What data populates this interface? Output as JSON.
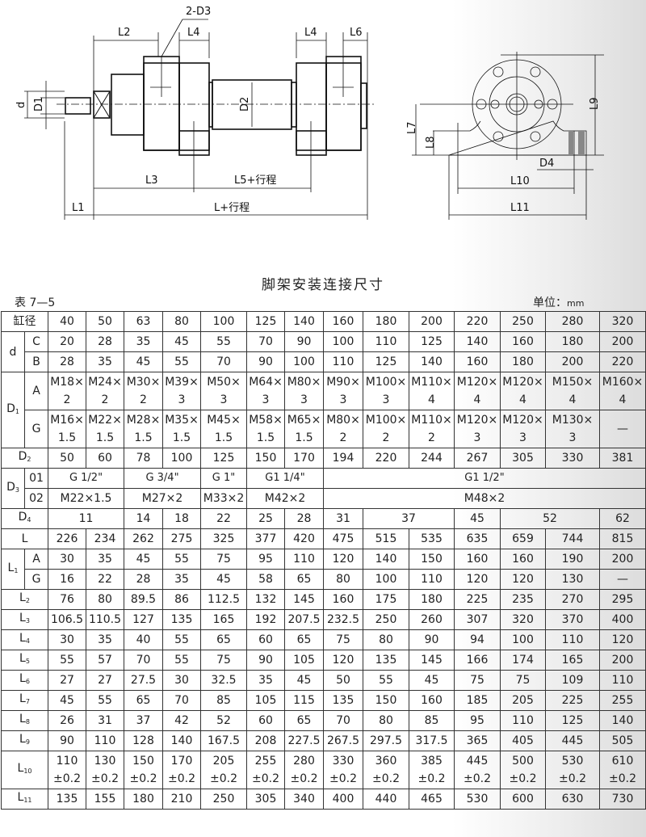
{
  "drawing": {
    "front_view_labels": {
      "port": "2-D3",
      "L2": "L2",
      "L4a": "L4",
      "L4b": "L4",
      "L6": "L6",
      "d": "d",
      "D1": "D1",
      "D2": "D2",
      "L3": "L3",
      "L5_stroke": "L5+行程",
      "L1": "L1",
      "L_stroke": "L+行程"
    },
    "side_view_labels": {
      "L7": "L7",
      "L8": "L8",
      "L9": "L9",
      "D4": "D4",
      "L10": "L10",
      "L11": "L11"
    }
  },
  "title": "脚架安装连接尺寸",
  "table_no": "表 7—5",
  "unit_label": "单位：",
  "unit_value": "mm",
  "table": {
    "header_label": "缸径",
    "bores": [
      "40",
      "50",
      "63",
      "80",
      "100",
      "125",
      "140",
      "160",
      "180",
      "200",
      "220",
      "250",
      "280",
      "320"
    ],
    "d": {
      "label": "d",
      "C": {
        "label": "C",
        "values": [
          "20",
          "28",
          "35",
          "45",
          "55",
          "70",
          "90",
          "100",
          "110",
          "125",
          "140",
          "160",
          "180",
          "200"
        ]
      },
      "B": {
        "label": "B",
        "values": [
          "28",
          "35",
          "45",
          "55",
          "70",
          "90",
          "100",
          "110",
          "125",
          "140",
          "160",
          "180",
          "200",
          "220"
        ]
      }
    },
    "D1": {
      "label": "D",
      "sub": "1",
      "A": {
        "label": "A",
        "values": [
          [
            "M18×",
            "2"
          ],
          [
            "M24×",
            "2"
          ],
          [
            "M30×",
            "2"
          ],
          [
            "M39×",
            "3"
          ],
          [
            "M50×",
            "3"
          ],
          [
            "M64×",
            "3"
          ],
          [
            "M80×",
            "3"
          ],
          [
            "M90×",
            "3"
          ],
          [
            "M100×",
            "3"
          ],
          [
            "M110×",
            "4"
          ],
          [
            "M120×",
            "4"
          ],
          [
            "M120×",
            "4"
          ],
          [
            "M150×",
            "4"
          ],
          [
            "M160×",
            "4"
          ]
        ]
      },
      "G": {
        "label": "G",
        "values": [
          [
            "M16×",
            "1.5"
          ],
          [
            "M22×",
            "1.5"
          ],
          [
            "M28×",
            "1.5"
          ],
          [
            "M35×",
            "1.5"
          ],
          [
            "M45×",
            "1.5"
          ],
          [
            "M58×",
            "1.5"
          ],
          [
            "M65×",
            "1.5"
          ],
          [
            "M80×",
            "2"
          ],
          [
            "M100×",
            "2"
          ],
          [
            "M110×",
            "2"
          ],
          [
            "M120×",
            "3"
          ],
          [
            "M120×",
            "3"
          ],
          [
            "M130×",
            "3"
          ],
          [
            "—",
            ""
          ]
        ]
      }
    },
    "D2": {
      "label": "D",
      "sub": "2",
      "values": [
        "50",
        "60",
        "78",
        "100",
        "125",
        "150",
        "170",
        "194",
        "220",
        "244",
        "267",
        "305",
        "330",
        "381"
      ]
    },
    "D3": {
      "label": "D",
      "sub": "3",
      "r01": {
        "label": "01",
        "groups": [
          {
            "span": 2,
            "text": "G 1/2\""
          },
          {
            "span": 2,
            "text": "G 3/4\""
          },
          {
            "span": 1,
            "text": "G 1\""
          },
          {
            "span": 2,
            "text": "G1 1/4\""
          },
          {
            "span": 7,
            "text": "G1 1/2\""
          }
        ]
      },
      "r02": {
        "label": "02",
        "groups": [
          {
            "span": 2,
            "text": "M22×1.5"
          },
          {
            "span": 2,
            "text": "M27×2"
          },
          {
            "span": 1,
            "text": "M33×2"
          },
          {
            "span": 2,
            "text": "M42×2"
          },
          {
            "span": 7,
            "text": "M48×2"
          }
        ]
      }
    },
    "D4": {
      "label": "D",
      "sub": "4",
      "groups": [
        {
          "span": 2,
          "text": "11"
        },
        {
          "span": 1,
          "text": "14"
        },
        {
          "span": 1,
          "text": "18"
        },
        {
          "span": 1,
          "text": "22"
        },
        {
          "span": 1,
          "text": "25"
        },
        {
          "span": 1,
          "text": "28"
        },
        {
          "span": 1,
          "text": "31"
        },
        {
          "span": 2,
          "text": "37"
        },
        {
          "span": 1,
          "text": "45"
        },
        {
          "span": 2,
          "text": "52"
        },
        {
          "span": 1,
          "text": "62"
        }
      ]
    },
    "L": {
      "label": "L",
      "values": [
        "226",
        "234",
        "262",
        "275",
        "325",
        "377",
        "420",
        "475",
        "515",
        "535",
        "635",
        "659",
        "744",
        "815"
      ]
    },
    "L1": {
      "label": "L",
      "sub": "1",
      "A": {
        "label": "A",
        "values": [
          "30",
          "35",
          "45",
          "55",
          "75",
          "95",
          "110",
          "120",
          "140",
          "150",
          "160",
          "160",
          "190",
          "200"
        ]
      },
      "G": {
        "label": "G",
        "values": [
          "16",
          "22",
          "28",
          "35",
          "45",
          "58",
          "65",
          "80",
          "100",
          "110",
          "120",
          "120",
          "130",
          "—"
        ]
      }
    },
    "rows": [
      {
        "label": "L",
        "sub": "2",
        "values": [
          "76",
          "80",
          "89.5",
          "86",
          "112.5",
          "132",
          "145",
          "160",
          "175",
          "180",
          "225",
          "235",
          "270",
          "295"
        ]
      },
      {
        "label": "L",
        "sub": "3",
        "values": [
          "106.5",
          "110.5",
          "127",
          "135",
          "165",
          "192",
          "207.5",
          "232.5",
          "250",
          "260",
          "307",
          "320",
          "370",
          "400"
        ]
      },
      {
        "label": "L",
        "sub": "4",
        "values": [
          "30",
          "35",
          "40",
          "55",
          "65",
          "60",
          "65",
          "75",
          "80",
          "90",
          "94",
          "100",
          "110",
          "120"
        ]
      },
      {
        "label": "L",
        "sub": "5",
        "values": [
          "55",
          "57",
          "70",
          "55",
          "75",
          "90",
          "105",
          "120",
          "135",
          "145",
          "166",
          "174",
          "165",
          "200"
        ]
      },
      {
        "label": "L",
        "sub": "6",
        "values": [
          "27",
          "27",
          "27.5",
          "30",
          "32.5",
          "35",
          "45",
          "50",
          "55",
          "45",
          "75",
          "75",
          "109",
          "110"
        ]
      },
      {
        "label": "L",
        "sub": "7",
        "values": [
          "45",
          "55",
          "65",
          "70",
          "85",
          "105",
          "115",
          "135",
          "150",
          "160",
          "185",
          "205",
          "225",
          "255"
        ]
      },
      {
        "label": "L",
        "sub": "8",
        "values": [
          "26",
          "31",
          "37",
          "42",
          "52",
          "60",
          "65",
          "70",
          "80",
          "85",
          "95",
          "110",
          "125",
          "140"
        ]
      },
      {
        "label": "L",
        "sub": "9",
        "values": [
          "90",
          "110",
          "128",
          "140",
          "167.5",
          "208",
          "227.5",
          "267.5",
          "297.5",
          "317.5",
          "365",
          "405",
          "445",
          "505"
        ]
      }
    ],
    "L10": {
      "label": "L",
      "sub": "10",
      "tolerance": "±0.2",
      "values": [
        "110",
        "130",
        "150",
        "170",
        "205",
        "255",
        "280",
        "330",
        "360",
        "385",
        "445",
        "500",
        "530",
        "610"
      ]
    },
    "L11": {
      "label": "L",
      "sub": "11",
      "values": [
        "135",
        "155",
        "180",
        "210",
        "250",
        "305",
        "340",
        "400",
        "440",
        "465",
        "530",
        "600",
        "630",
        "730"
      ]
    }
  }
}
